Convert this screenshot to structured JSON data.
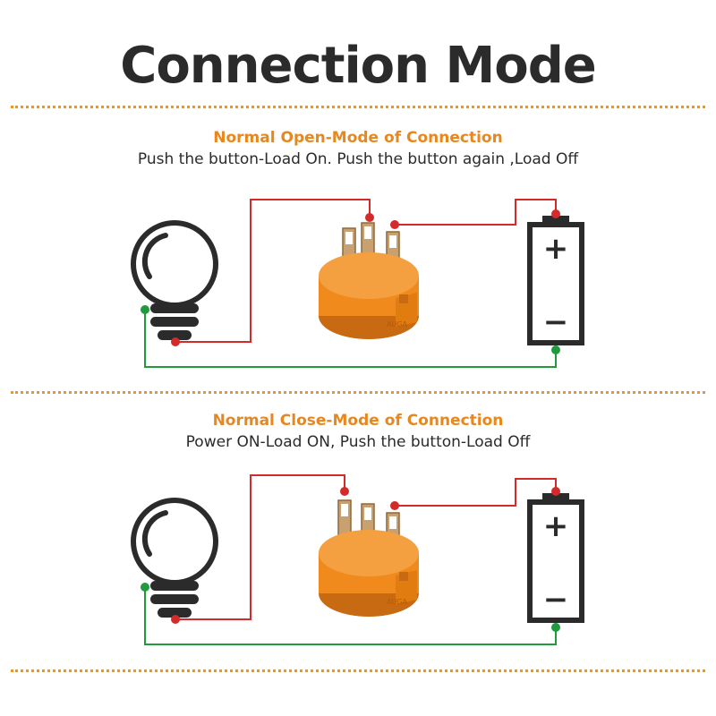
{
  "title": "Connection Mode",
  "modes": [
    {
      "heading": "Normal Open-Mode of Connection",
      "description": "Push the button-Load On. Push the button again ,Load Off"
    },
    {
      "heading": "Normal Close-Mode of Connection",
      "description": "Power ON-Load ON, Push the button-Load Off"
    }
  ],
  "battery": {
    "plus": "+",
    "minus": "−"
  },
  "switch_brand": "AUGA",
  "colors": {
    "accent": "#e8871e",
    "switch_body": "#f08a1c",
    "terminal": "#c9a070",
    "wire_red": "#d42a2a",
    "wire_green": "#1f9a3c",
    "outline": "#2b2b2b"
  },
  "icons": [
    "light-bulb-icon",
    "push-button-switch-icon",
    "battery-icon"
  ]
}
